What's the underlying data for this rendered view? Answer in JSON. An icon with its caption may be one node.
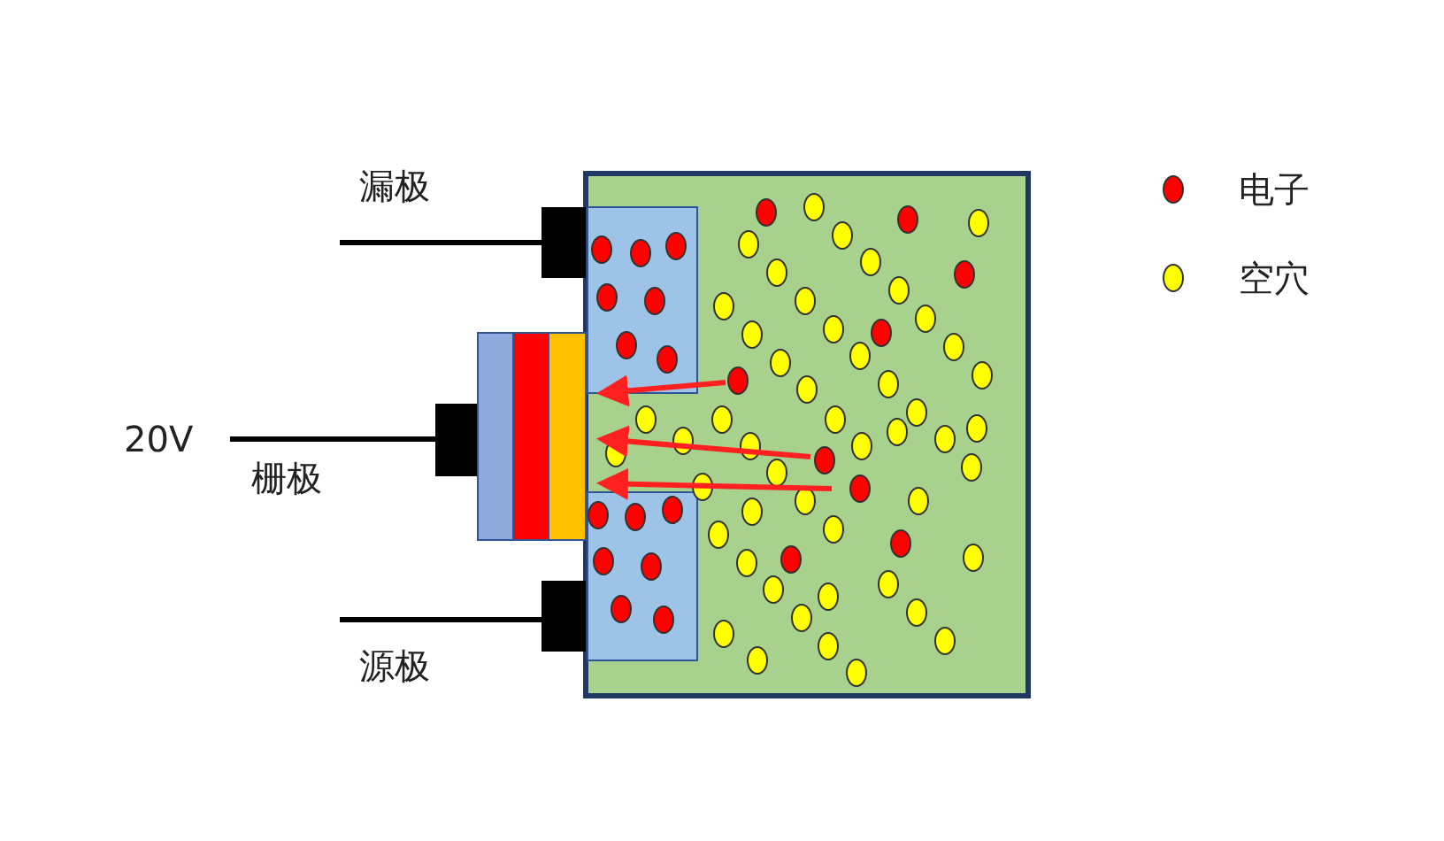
{
  "diagram": {
    "labels": [
      "漏极",
      "20V",
      "栅极",
      "源极"
    ],
    "legend": [
      {
        "text": "电子",
        "color": "#ff0000"
      },
      {
        "text": "空穴",
        "color": "#ffff00"
      }
    ]
  }
}
